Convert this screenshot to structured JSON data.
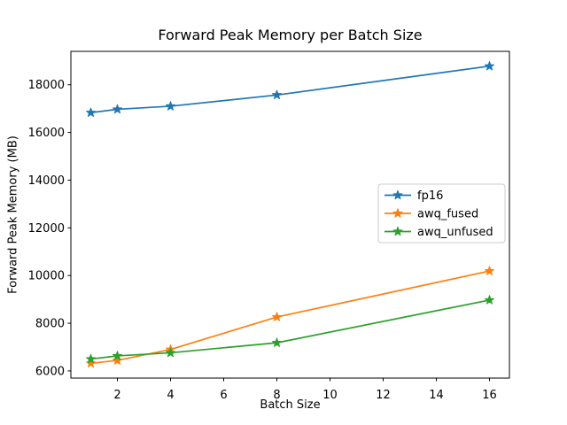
{
  "chart_data": {
    "type": "line",
    "title": "Forward Peak Memory per Batch Size",
    "xlabel": "Batch Size",
    "ylabel": "Forward Peak Memory (MB)",
    "x": [
      1,
      2,
      4,
      8,
      16
    ],
    "series": [
      {
        "name": "fp16",
        "color": "#1f77b4",
        "marker": "star",
        "values": [
          16830,
          16970,
          17100,
          17570,
          18780
        ]
      },
      {
        "name": "awq_fused",
        "color": "#ff7f0e",
        "marker": "star",
        "values": [
          6320,
          6440,
          6900,
          8260,
          10190
        ]
      },
      {
        "name": "awq_unfused",
        "color": "#2ca02c",
        "marker": "star",
        "values": [
          6500,
          6630,
          6760,
          7180,
          8970
        ]
      }
    ],
    "xticks": [
      2,
      4,
      6,
      8,
      10,
      12,
      14,
      16
    ],
    "yticks": [
      6000,
      8000,
      10000,
      12000,
      14000,
      16000,
      18000
    ],
    "xlim": [
      0.25,
      16.75
    ],
    "ylim": [
      5700,
      19400
    ],
    "grid": false,
    "legend": {
      "position": "center right",
      "entries": [
        "fp16",
        "awq_fused",
        "awq_unfused"
      ]
    },
    "colors": {
      "frame": "#000000",
      "legend_border": "#cccccc",
      "legend_bg": "#ffffff",
      "background": "#ffffff"
    }
  }
}
